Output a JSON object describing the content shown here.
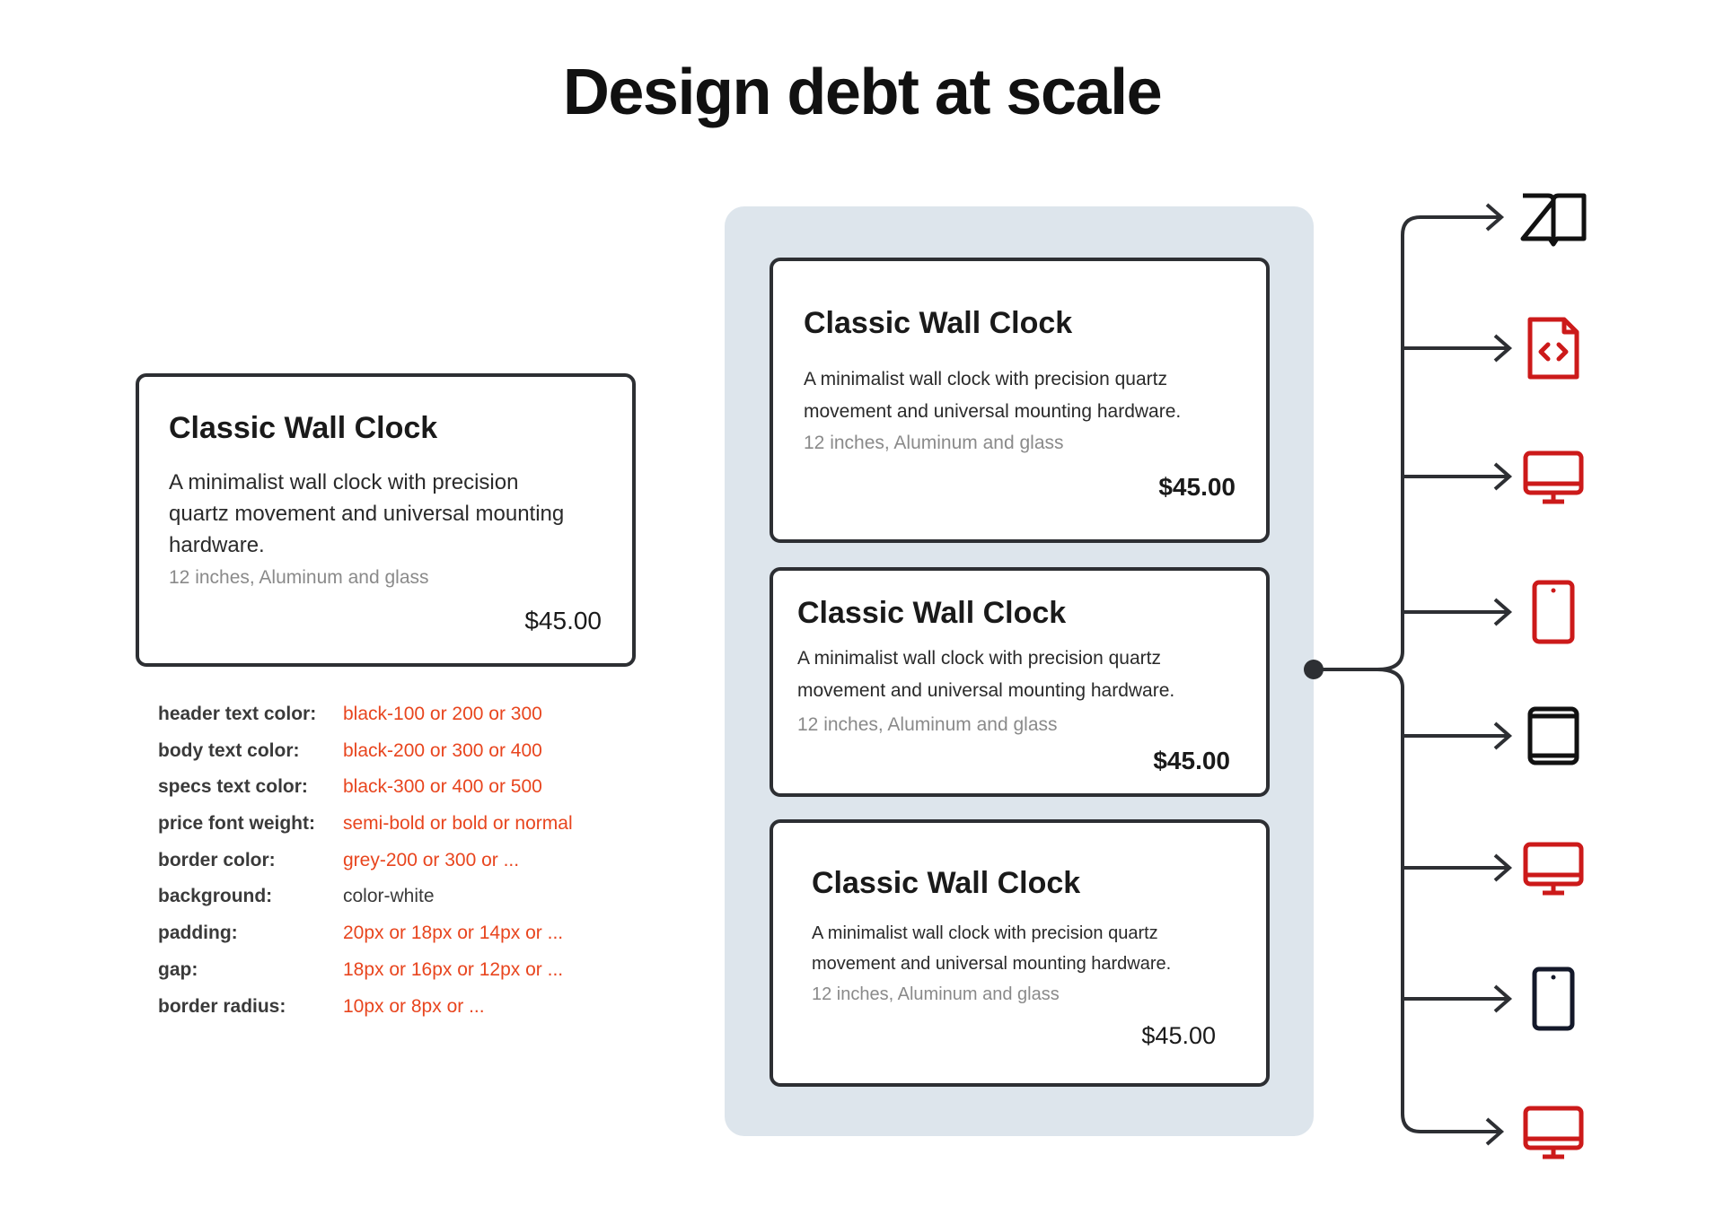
{
  "title": "Design debt at scale",
  "card": {
    "title": "Classic Wall Clock",
    "body": "A minimalist wall clock with precision quartz movement and universal mounting hardware.",
    "specs": "12 inches, Aluminum and glass",
    "price": "$45.00"
  },
  "spec_list": [
    {
      "label": "header text color:",
      "value": "black-100 or 200 or 300",
      "inconsistent": true
    },
    {
      "label": "body text color:",
      "value": "black-200 or 300 or 400",
      "inconsistent": true
    },
    {
      "label": "specs text color:",
      "value": "black-300 or 400 or 500",
      "inconsistent": true
    },
    {
      "label": "price font weight:",
      "value": "semi-bold or bold or normal",
      "inconsistent": true
    },
    {
      "label": "border color:",
      "value": "grey-200 or 300 or ...",
      "inconsistent": true
    },
    {
      "label": "background:",
      "value": "color-white",
      "inconsistent": false
    },
    {
      "label": "padding:",
      "value": "20px or 18px or 14px or ...",
      "inconsistent": true
    },
    {
      "label": "gap:",
      "value": "18px or 16px or 12px or ...",
      "inconsistent": true
    },
    {
      "label": "border radius:",
      "value": "10px or 8px or ...",
      "inconsistent": true
    }
  ],
  "targets": [
    {
      "icon": "book-icon",
      "color": "#111111"
    },
    {
      "icon": "code-file-icon",
      "color": "#cc1a1a"
    },
    {
      "icon": "desktop-icon",
      "color": "#cc1a1a"
    },
    {
      "icon": "phone-icon",
      "color": "#cc1a1a"
    },
    {
      "icon": "tablet-icon",
      "color": "#111111"
    },
    {
      "icon": "desktop-icon",
      "color": "#cc1a1a"
    },
    {
      "icon": "phone-icon",
      "color": "#14192a"
    },
    {
      "icon": "desktop-icon",
      "color": "#cc1a1a"
    }
  ],
  "colors": {
    "accent": "#e8451e",
    "panel": "#dde5ec",
    "line": "#2d2f33"
  }
}
